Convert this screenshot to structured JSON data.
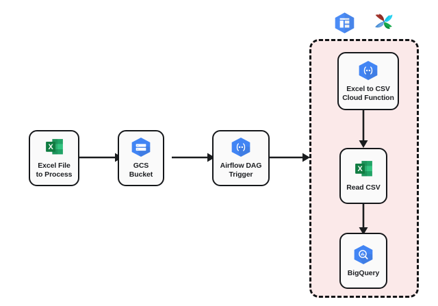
{
  "diagram": {
    "title": "Excel to BigQuery ingestion pipeline",
    "background_color": "#ffffff"
  },
  "palette": {
    "node_border": "#15171a",
    "node_fill": "#fafafa",
    "group_fill": "#fbe9e9",
    "group_border": "#111315",
    "gcp_blue": "#4285f4",
    "gcp_blue_dark": "#3367d6",
    "excel_green": "#21a366",
    "excel_green_dark": "#107c41",
    "excel_green_light": "#33c481",
    "arrow_color": "#1a1c1e",
    "airflow_red": "#a0322a",
    "airflow_cyan": "#2ad2f0",
    "airflow_blue": "#4a8ed6",
    "airflow_green": "#0a8c3c"
  },
  "group": {
    "name": "cloud-composer-airflow-group",
    "logos": [
      {
        "name": "cloud-composer-icon",
        "label": "Cloud Composer"
      },
      {
        "name": "apache-airflow-icon",
        "label": "Apache Airflow"
      }
    ]
  },
  "nodes": [
    {
      "id": "excel-file-to-process",
      "label": "Excel File\nto Process",
      "icon": "excel-icon",
      "icon_label": "Microsoft Excel"
    },
    {
      "id": "gcs-bucket",
      "label": "GCS\nBucket",
      "icon": "cloud-storage-icon",
      "icon_label": "Google Cloud Storage"
    },
    {
      "id": "airflow-dag-trigger",
      "label": "Airflow DAG\nTrigger",
      "icon": "cloud-functions-icon",
      "icon_label": "Cloud Functions"
    },
    {
      "id": "excel-to-csv-cloud-function",
      "label": "Excel to CSV\nCloud Function",
      "icon": "cloud-functions-icon",
      "icon_label": "Cloud Functions"
    },
    {
      "id": "read-csv",
      "label": "Read CSV",
      "icon": "excel-icon",
      "icon_label": "Microsoft Excel"
    },
    {
      "id": "bigquery",
      "label": "BigQuery",
      "icon": "bigquery-icon",
      "icon_label": "Google BigQuery"
    }
  ],
  "edges": [
    {
      "id": "edge-excel-to-gcs",
      "from": "excel-file-to-process",
      "to": "gcs-bucket",
      "direction": "right"
    },
    {
      "id": "edge-gcs-to-trigger",
      "from": "gcs-bucket",
      "to": "airflow-dag-trigger",
      "direction": "right"
    },
    {
      "id": "edge-trigger-to-group",
      "from": "airflow-dag-trigger",
      "to": "cloud-composer-airflow-group",
      "direction": "right"
    },
    {
      "id": "edge-function-to-readcsv",
      "from": "excel-to-csv-cloud-function",
      "to": "read-csv",
      "direction": "down"
    },
    {
      "id": "edge-readcsv-to-bigquery",
      "from": "read-csv",
      "to": "bigquery",
      "direction": "down"
    }
  ]
}
